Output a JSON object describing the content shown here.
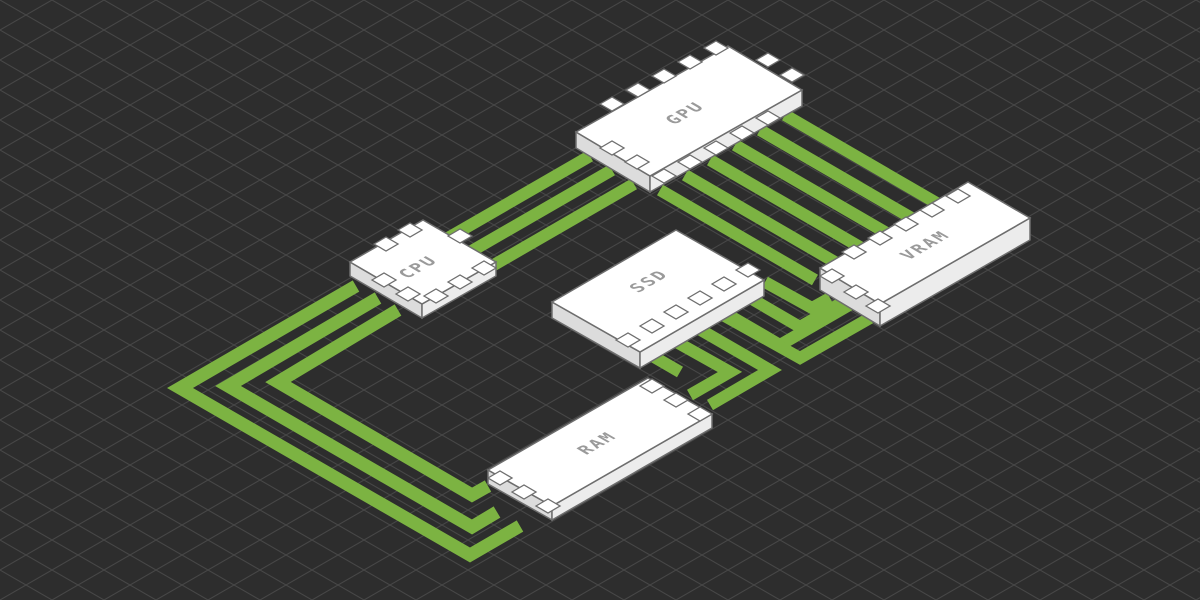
{
  "colors": {
    "background": "#2d2d2d",
    "grid": "#474747",
    "trace": "#7cb342",
    "trace_edge": "#5e8f2a",
    "chip_top": "#ffffff",
    "chip_side": "#dcdcdc",
    "chip_outline": "#6e6e6e",
    "label": "#9a9a9a"
  },
  "components": [
    {
      "id": "gpu",
      "label": "GPU"
    },
    {
      "id": "cpu",
      "label": "CPU"
    },
    {
      "id": "ssd",
      "label": "SSD"
    },
    {
      "id": "vram",
      "label": "VRAM"
    },
    {
      "id": "ram",
      "label": "RAM"
    }
  ]
}
